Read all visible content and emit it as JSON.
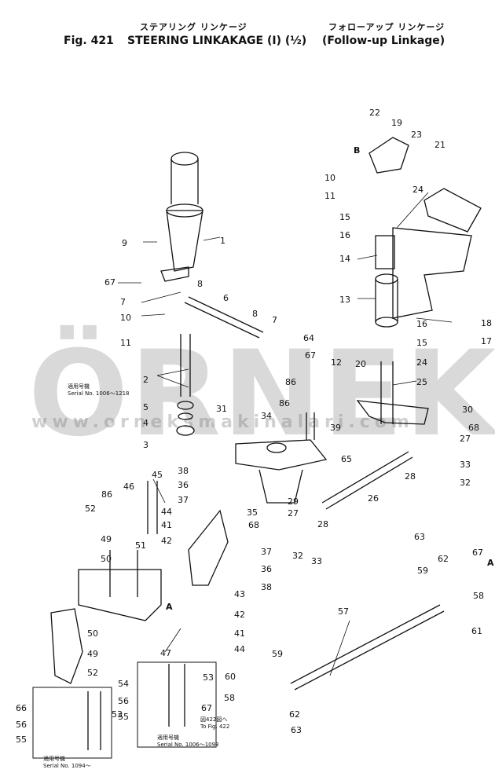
{
  "header": {
    "jp_left": "ステアリング リンケージ",
    "jp_right": "フォローアップ リンケージ",
    "fig": "Fig. 421",
    "title": "STEERING LINKAKAGE (I) (½)",
    "subtitle": "(Follow-up Linkage)"
  },
  "watermark": {
    "brand": "ÖRNEK",
    "url": "www.orneksmakinalari.com"
  },
  "notes": [
    {
      "id": "n1",
      "line1": "適用号機",
      "line2": "Serial No. 1006～1218"
    },
    {
      "id": "n2",
      "line1": "適用号機",
      "line2": "Serial No. 1006～1093"
    },
    {
      "id": "n3",
      "line1": "適用号機",
      "line2": "Serial No. 1094～"
    },
    {
      "id": "n4",
      "line1": "図422図へ",
      "line2": "To Fig. 422"
    }
  ],
  "markers": [
    "B",
    "A",
    "A"
  ],
  "part_labels": [
    "22",
    "19",
    "23",
    "21",
    "10",
    "11",
    "24",
    "15",
    "16",
    "14",
    "13",
    "18",
    "17",
    "16",
    "15",
    "24",
    "25",
    "20",
    "12",
    "30",
    "27",
    "68",
    "33",
    "32",
    "28",
    "26",
    "65",
    "39",
    "86",
    "31",
    "34",
    "9",
    "1",
    "67",
    "7",
    "8",
    "10",
    "11",
    "6",
    "8",
    "7",
    "64",
    "67",
    "86",
    "2",
    "5",
    "4",
    "3",
    "38",
    "36",
    "37",
    "44",
    "41",
    "42",
    "35",
    "29",
    "27",
    "68",
    "28",
    "32",
    "33",
    "45",
    "46",
    "86",
    "52",
    "49",
    "50",
    "51",
    "37",
    "36",
    "38",
    "43",
    "42",
    "41",
    "44",
    "50",
    "49",
    "52",
    "47",
    "53",
    "54",
    "56",
    "55",
    "53",
    "66",
    "56",
    "55",
    "60",
    "58",
    "67",
    "59",
    "62",
    "63",
    "57",
    "61",
    "58",
    "59",
    "62",
    "67",
    "63"
  ]
}
